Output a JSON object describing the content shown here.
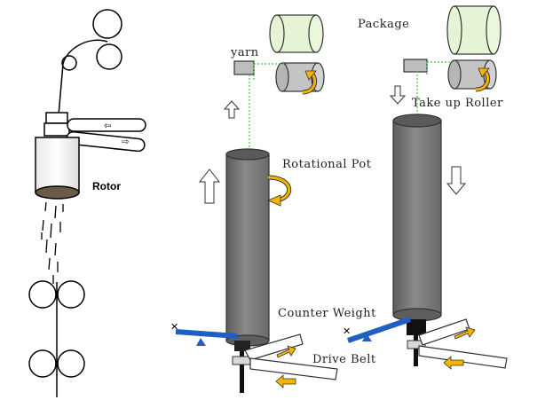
{
  "labels": {
    "rotor": "Rotor",
    "package": "Package",
    "yarn": "yarn",
    "take_up_roller": "Take up Roller",
    "rotational_pot": "Rotational Pot",
    "counter_weight": "Counter Weight",
    "drive_belt": "Drive Belt"
  },
  "colors": {
    "pot_fill": "#777777",
    "pot_top": "#5a5a5a",
    "package_fill": "#e4f4d4",
    "roller_fill": "#bfbfbf",
    "arrow_orange": "#f5b400",
    "counter_weight": "#1e5fbf",
    "yarn_green": "#49c44a"
  },
  "icons": [
    "up-arrow-icon",
    "down-arrow-icon",
    "rotation-arrow-icon",
    "belt-direction-arrow-icon",
    "pivot-triangle-icon"
  ]
}
